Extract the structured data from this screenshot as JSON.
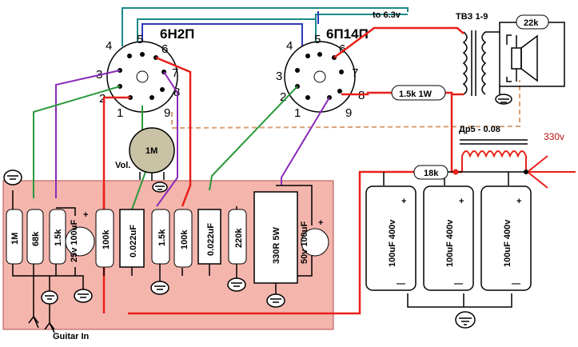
{
  "tubes": {
    "preamp": {
      "name": "6Н2П",
      "pins": [
        "4",
        "5",
        "6",
        "3",
        "7",
        "2",
        "8",
        "1",
        "9"
      ]
    },
    "power": {
      "name": "6П14П",
      "pins": [
        "4",
        "5",
        "6",
        "3",
        "7",
        "2",
        "8",
        "1",
        "9"
      ]
    }
  },
  "labels": {
    "heater": "to 6.3v",
    "transformer": "ТВЗ 1-9",
    "choke": "Др5 - 0.08",
    "b_plus": "330v",
    "volume": "Vol.",
    "guitar_in": "Guitar In"
  },
  "components": {
    "speaker_resistor": "22k",
    "screen_resistor": "1.5k 1W",
    "filter_resistor": "18k",
    "pot": "1M",
    "r_grid": "1M",
    "r_input": "68k",
    "r_cathode1": "1.5k",
    "c_cathode1": "25v 100uF",
    "r_plate1": "100k",
    "c_coupling1": "0.022uF",
    "r_cathode2": "1.5k",
    "r_plate2": "100k",
    "c_coupling2": "0.022uF",
    "r_grid2": "220k",
    "r_cathode_power": "330R 5W",
    "c_cathode_power": "50v 100uF",
    "c_filter1": "100uF 400v",
    "c_filter2": "100uF 400v",
    "c_filter3": "100uF 400v"
  },
  "symbols": {
    "plus": "+",
    "minus": "—"
  },
  "colors": {
    "board": "#f4b5ac",
    "red_wire": "#e8201a",
    "green_wire": "#2a9a3a",
    "purple_wire": "#8a2bb8",
    "teal_wire": "#1a8a8a",
    "dashed_wire": "#d9a074"
  }
}
